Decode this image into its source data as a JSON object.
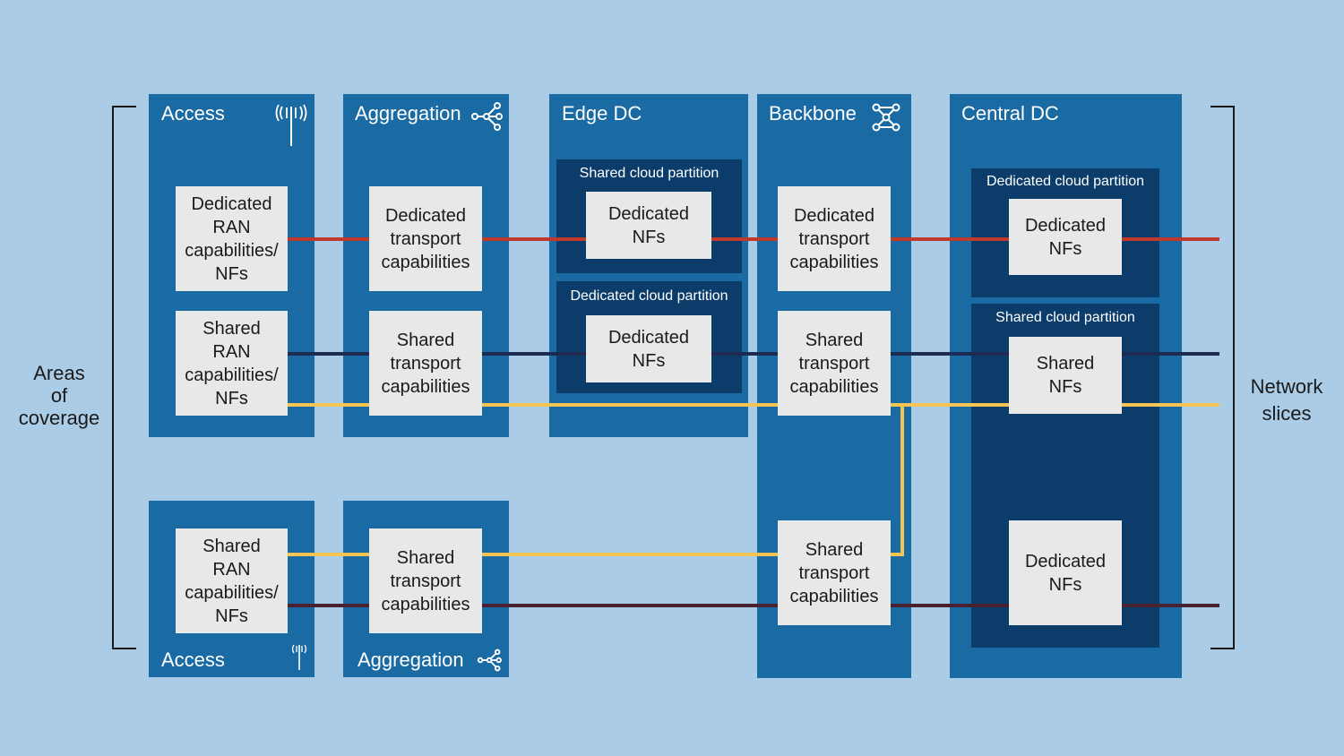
{
  "colors": {
    "background": "#abcce6",
    "column": "#1a6aa3",
    "partition": "#0c3c6a",
    "box": "#e8e8e8",
    "slice_red": "#c0392b",
    "slice_navy": "#1d2a52",
    "slice_yellow": "#f6c453",
    "slice_maroon": "#4a2130"
  },
  "left_label": "Areas\nof\ncoverage",
  "right_label": "Network\nslices",
  "columns": {
    "access_top": {
      "title": "Access",
      "icon": "antenna-icon"
    },
    "aggregation_top": {
      "title": "Aggregation",
      "icon": "share-nodes-icon"
    },
    "edge_dc": {
      "title": "Edge DC"
    },
    "backbone": {
      "title": "Backbone",
      "icon": "mesh-network-icon"
    },
    "central_dc": {
      "title": "Central DC"
    },
    "access_bottom": {
      "title": "Access",
      "icon": "antenna-icon"
    },
    "aggregation_bottom": {
      "title": "Aggregation",
      "icon": "share-nodes-icon"
    }
  },
  "partitions": {
    "edge_shared": "Shared cloud partition",
    "edge_dedicated": "Dedicated cloud partition",
    "central_dedicated": "Dedicated cloud partition",
    "central_shared": "Shared cloud partition"
  },
  "boxes": {
    "access_top_dedicated": "Dedicated\nRAN\ncapabilities/\nNFs",
    "access_top_shared": "Shared\nRAN\ncapabilities/\nNFs",
    "agg_top_dedicated": "Dedicated\ntransport\ncapabilities",
    "agg_top_shared": "Shared\ntransport\ncapabilities",
    "edge_shared_nfs": "Dedicated\nNFs",
    "edge_dedicated_nfs": "Dedicated\nNFs",
    "backbone_dedicated": "Dedicated\ntransport\ncapabilities",
    "backbone_shared_top": "Shared\ntransport\ncapabilities",
    "backbone_shared_bottom": "Shared\ntransport\ncapabilities",
    "central_dedicated_nfs": "Dedicated\nNFs",
    "central_shared_nfs": "Shared\nNFs",
    "central_dedicated_nfs_bottom": "Dedicated\nNFs",
    "access_bottom_shared": "Shared\nRAN\ncapabilities/\nNFs",
    "agg_bottom_shared": "Shared\ntransport\ncapabilities"
  }
}
